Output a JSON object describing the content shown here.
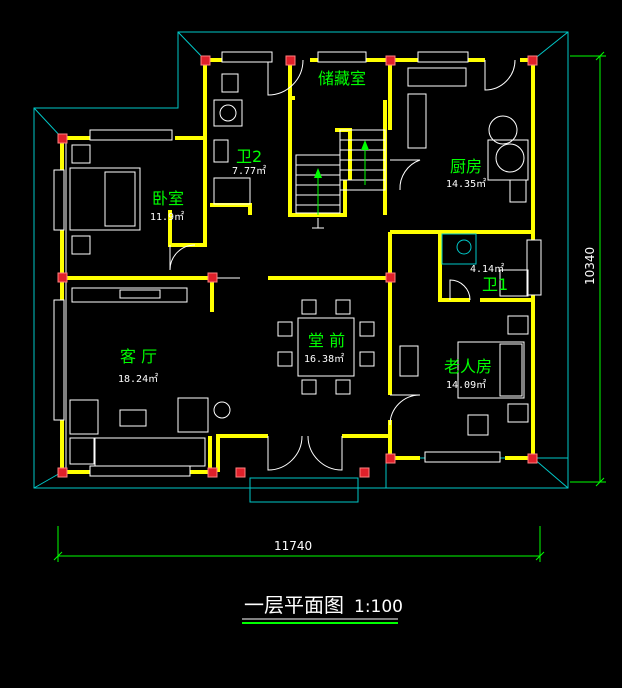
{
  "rooms": {
    "bedroom": {
      "name": "卧室",
      "area": "11.9㎡"
    },
    "bath2": {
      "name": "卫2",
      "area": "7.77㎡"
    },
    "storage": {
      "name": "储藏室"
    },
    "kitchen": {
      "name": "厨房",
      "area": "14.35㎡"
    },
    "bath1": {
      "name": "卫1",
      "area": "4.14㎡"
    },
    "living": {
      "name": "客 厅",
      "area": "18.24㎡"
    },
    "hall": {
      "name": "堂 前",
      "area": "16.38㎡"
    },
    "elder_room": {
      "name": "老人房",
      "area": "14.09㎡"
    }
  },
  "dimensions": {
    "width": "11740",
    "depth": "10340"
  },
  "title": {
    "text": "一层平面图",
    "scale": "1:100"
  },
  "colors": {
    "wall": "#ffff00",
    "room_label": "#00ff00",
    "outline": "#00c8c8",
    "column": "#e0202a"
  }
}
